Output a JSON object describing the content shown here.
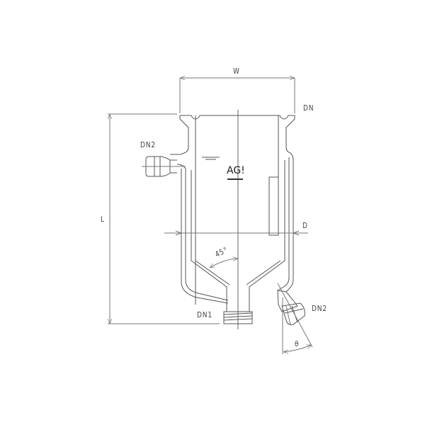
{
  "diagram": {
    "type": "technical drawing",
    "subject": "jacketed glass reactor vessel with bottom outlet",
    "line_color": "#555555",
    "dimension_color": "#666666",
    "logo": {
      "text": "AG!"
    },
    "labels": {
      "width": "W",
      "top_flange": "DN",
      "side_inlet": "DN2",
      "length": "L",
      "diameter": "D",
      "angle_cone": "45°",
      "bottom_outlet": "DN1",
      "bottom_side_outlet": "DN2",
      "angle_theta": "θ"
    }
  }
}
